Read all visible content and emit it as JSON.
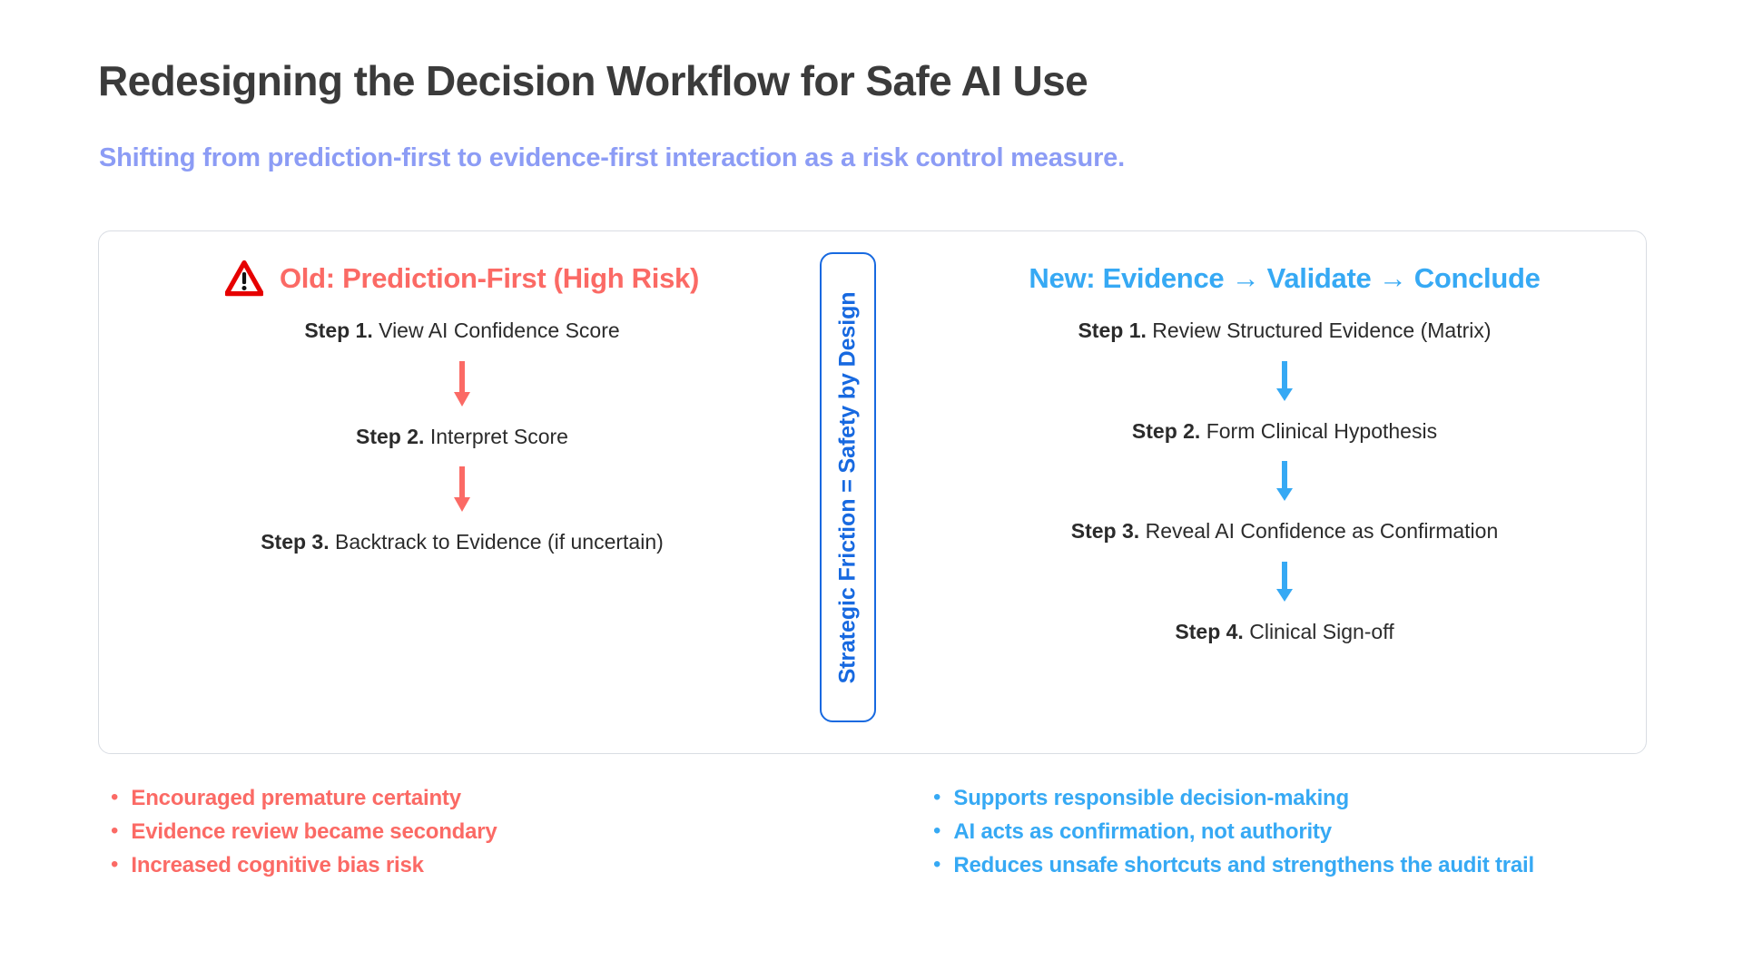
{
  "header": {
    "title": "Redesigning the Decision Workflow for Safe AI Use",
    "subtitle": "Shifting from prediction-first to evidence-first interaction as a risk control measure.",
    "title_color": "#3b3b3b",
    "subtitle_color": "#8c9cf5"
  },
  "center_divider": {
    "label": "Strategic Friction = Safety by Design",
    "color": "#1769e0"
  },
  "columns": {
    "old": {
      "icon": "warning-triangle-icon",
      "heading": "Old: Prediction-First (High Risk)",
      "color": "#fb6a65",
      "steps": [
        {
          "label": "Step 1.",
          "text": "View AI Confidence Score"
        },
        {
          "label": "Step 2.",
          "text": "Interpret Score"
        },
        {
          "label": "Step 3.",
          "text": "Backtrack to Evidence (if uncertain)"
        }
      ],
      "bullets": [
        "Encouraged premature certainty",
        "Evidence review became secondary",
        "Increased cognitive bias risk"
      ],
      "bullet_marker": "•"
    },
    "new": {
      "heading": "New: Evidence → Validate → Conclude",
      "color": "#36a9f4",
      "steps": [
        {
          "label": "Step 1.",
          "text": "Review Structured Evidence (Matrix)"
        },
        {
          "label": "Step 2.",
          "text": "Form Clinical Hypothesis"
        },
        {
          "label": "Step 3.",
          "text": "Reveal AI Confidence as Confirmation"
        },
        {
          "label": "Step 4.",
          "text": "Clinical Sign-off"
        }
      ],
      "bullets": [
        "Supports responsible decision-making",
        "AI acts as confirmation, not authority",
        "Reduces unsafe shortcuts and strengthens the audit trail"
      ],
      "bullet_marker": "•"
    }
  }
}
